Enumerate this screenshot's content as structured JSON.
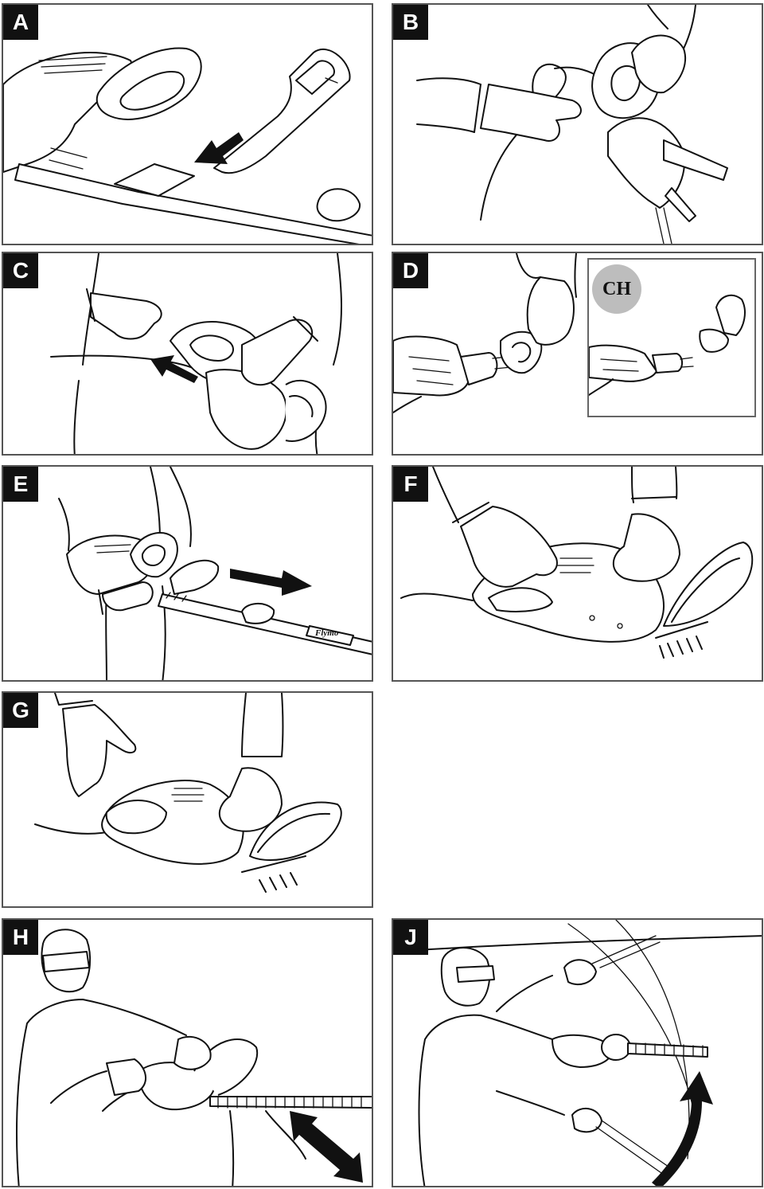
{
  "panels": {
    "a": {
      "label": "A"
    },
    "b": {
      "label": "B"
    },
    "c": {
      "label": "C"
    },
    "d": {
      "label": "D",
      "inset_badge": "CH"
    },
    "e": {
      "label": "E",
      "brand_mark": "Flymo"
    },
    "f": {
      "label": "F"
    },
    "g": {
      "label": "G"
    },
    "h": {
      "label": "H"
    },
    "j": {
      "label": "J"
    }
  },
  "colors": {
    "ink": "#111111",
    "frame": "#555555",
    "badge": "#bdbdbd"
  }
}
